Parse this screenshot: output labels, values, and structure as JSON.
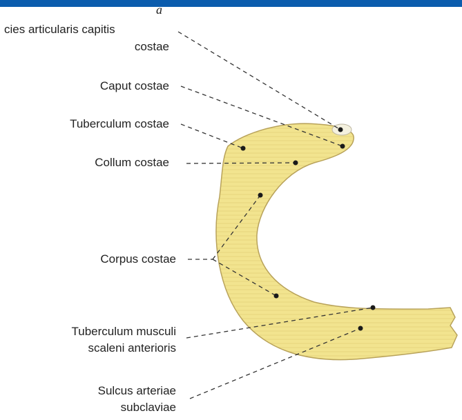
{
  "colors": {
    "frame": "#0b5cad",
    "panel": "#ffffff",
    "bone_fill": "#f2e48f",
    "bone_outline": "#b8a25a",
    "leader": "#333333",
    "dot": "#1a1a1a"
  },
  "figure": {
    "letter": "a"
  },
  "labels": {
    "facies_articularis_line1": "cies articularis capitis",
    "facies_articularis_line2": "costae",
    "caput": "Caput costae",
    "tuberculum": "Tuberculum costae",
    "collum": "Collum costae",
    "corpus": "Corpus costae",
    "tuberculum_musculi_line1": "Tuberculum musculi",
    "tuberculum_musculi_line2": "scaleni anterioris",
    "sulcus_line1": "Sulcus arteriae",
    "sulcus_line2": "subclaviae"
  }
}
